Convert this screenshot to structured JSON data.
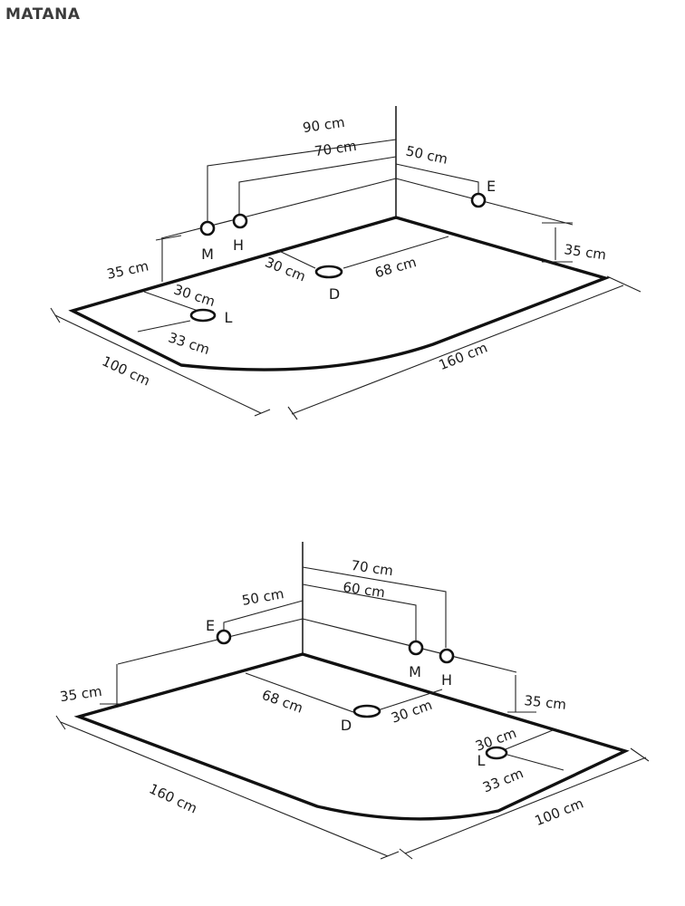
{
  "brand": "MATANA",
  "layouts": [
    {
      "dimensions": {
        "m_distance": "90 cm",
        "h_distance": "70 cm",
        "e_distance": "50 cm",
        "e_height": "35 cm",
        "mh_height": "35 cm",
        "d_from_wall": "30 cm",
        "d_from_side": "68 cm",
        "l_from_wall": "30 cm",
        "l_offset": "33 cm",
        "width": "100 cm",
        "length": "160 cm"
      },
      "points": {
        "m": "M",
        "h": "H",
        "e": "E",
        "d": "D",
        "l": "L"
      }
    },
    {
      "dimensions": {
        "m_distance": "60 cm",
        "h_distance": "70 cm",
        "e_distance": "50 cm",
        "e_height": "35 cm",
        "mh_height": "35 cm",
        "d_from_wall": "30 cm",
        "d_from_side": "68 cm",
        "l_from_wall": "30 cm",
        "l_offset": "33 cm",
        "width": "100 cm",
        "length": "160 cm"
      },
      "points": {
        "m": "M",
        "h": "H",
        "e": "E",
        "d": "D",
        "l": "L"
      }
    }
  ]
}
